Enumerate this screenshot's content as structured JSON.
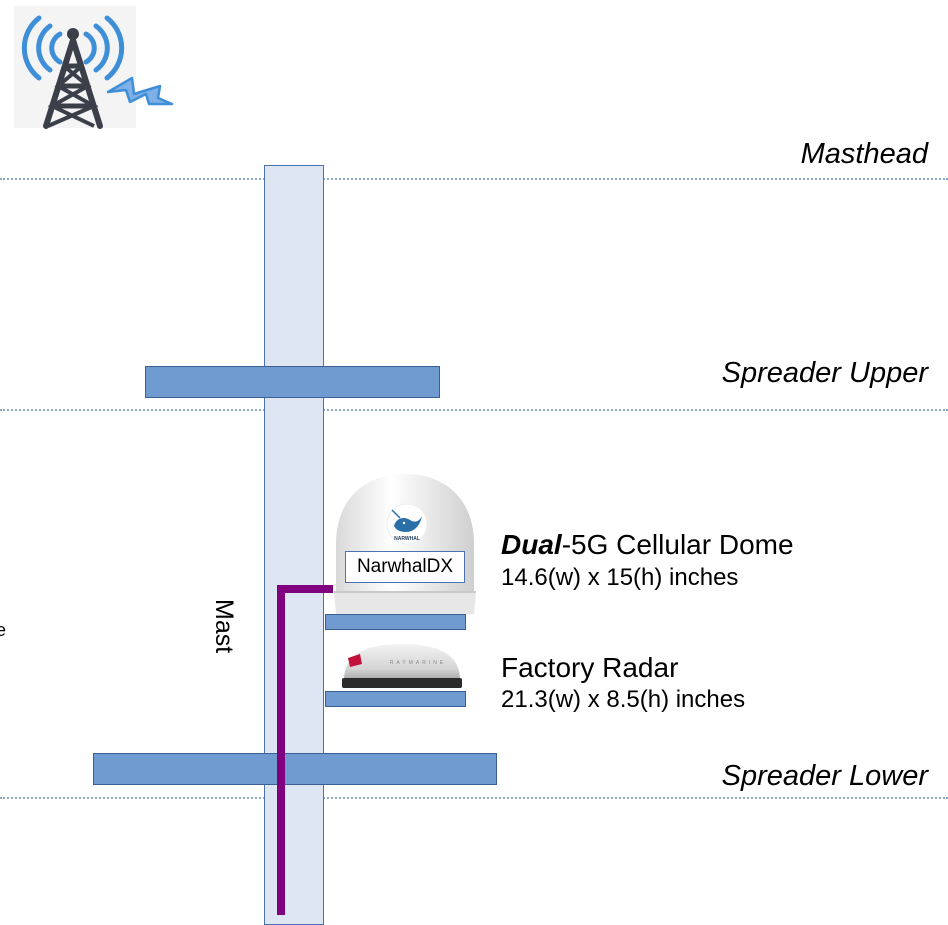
{
  "levels": {
    "masthead": "Masthead",
    "spreader_upper": "Spreader Upper",
    "spreader_lower": "Spreader Lower"
  },
  "mast": {
    "label": "Mast"
  },
  "dome": {
    "title_bold": "Dual",
    "title_rest": "-5G Cellular Dome",
    "dims": "14.6(w) x 15(h) inches",
    "nameplate": "NarwhalDX",
    "logo_text": "NARWHAL"
  },
  "radar": {
    "title": "Factory Radar",
    "dims": "21.3(w) x 8.5(h) inches",
    "brand_mark": "RAYMARINE"
  },
  "left_edge_text": "e",
  "colors": {
    "mast_fill": "#dde6f2",
    "bar_fill": "#6f9bd1",
    "outline": "#3a5f95",
    "cable": "#800080",
    "tower_icon": "#3a3f4a",
    "signal_waves": "#3f8fd8",
    "dotted_line": "#8fa6c4"
  },
  "icons": {
    "tower": "cell-tower-icon",
    "bolt": "lightning-bolt-icon",
    "narwhal": "narwhal-logo-icon"
  }
}
